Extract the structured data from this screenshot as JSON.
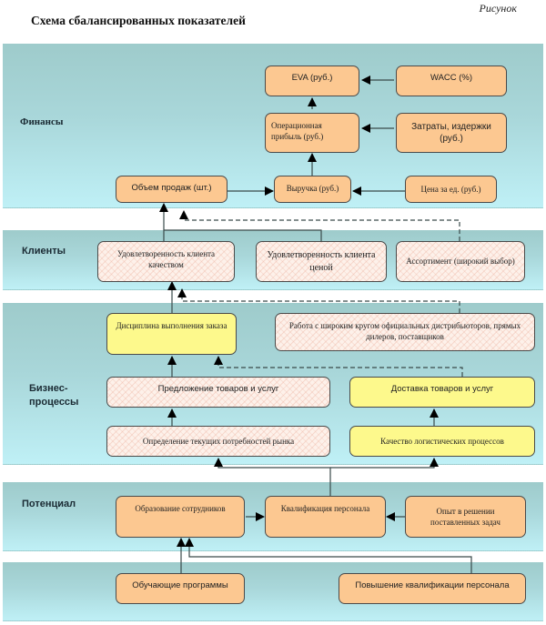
{
  "caption": "Рисунок",
  "title": "Схема сбалансированных показателей",
  "bands": {
    "finance": "Финансы",
    "clients": "Клиенты",
    "business": "Бизнес-\nпроцессы",
    "potential": "Потенциал"
  },
  "nodes": {
    "eva": "EVA (руб.)",
    "wacc": "WACC (%)",
    "op_profit": "Операционная прибыль (руб.)",
    "costs": "Затраты, издержки (руб.)",
    "sales_volume": "Объем продаж (шт.)",
    "revenue": "Выручка (руб.)",
    "unit_price": "Цена за ед. (руб.)",
    "sat_quality": "Удовлетворенность клиента качеством",
    "sat_price": "Удовлетворенность клиента ценой",
    "assortment": "Ассортимент (широкий выбор)",
    "order_discipline": "Дисциплина выполнения заказа",
    "distributors": "Работа с широким кругом официальных дистрибьюторов, прямых дилеров, поставщиков",
    "offer": "Предложение товаров и услуг",
    "delivery": "Доставка товаров и услуг",
    "market_needs": "Определение текущих потребностей рынка",
    "logistics": "Качество логистических процессов",
    "education": "Образование сотрудников",
    "qualification": "Квалификация персонала",
    "experience": "Опыт в решении поставленных задач",
    "training": "Обучающие программы",
    "upskilling": "Повышение квалификации персонала"
  },
  "colors": {
    "orange": "#fcc891",
    "yellow": "#fdf98c",
    "band": "#a9d7da",
    "line": "#3a4a4a"
  }
}
